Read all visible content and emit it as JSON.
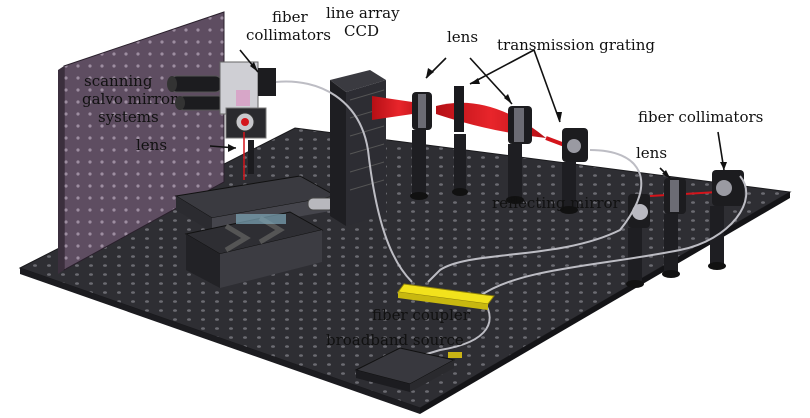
{
  "labels": {
    "fiber_collimators_top": [
      "fiber",
      "collimators"
    ],
    "line_array_ccd": [
      "line array",
      "CCD"
    ],
    "lens_top": "lens",
    "transmission_grating": "transmission grating",
    "scanning_galvo": [
      "scanning",
      "galvo mirror",
      "systems"
    ],
    "lens_left": "lens",
    "fiber_collimators_right": "fiber collimators",
    "lens_right": "lens",
    "reflecting_mirror": "reflecting mirror",
    "fiber_coupler": "fiber coupler",
    "broadband_source": "broadband source"
  },
  "colors": {
    "table": "#2b2b2f",
    "table_holes": "#6a6a70",
    "vertical_board": "#5b4a5e",
    "beam": "#d4141b",
    "fiber_coupler": "#f2e21c",
    "metal_dark": "#1c1c1f",
    "metal_mid": "#4a4a50",
    "metal_light": "#9a9aa2"
  }
}
